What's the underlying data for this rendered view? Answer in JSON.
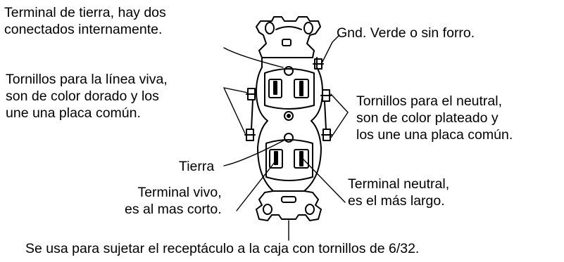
{
  "labels": {
    "ground_terminal": [
      "Terminal de tierra, hay dos",
      "conectados internamente."
    ],
    "gnd": [
      "Gnd. Verde o sin forro."
    ],
    "live_screws": [
      "Tornillos para la línea viva,",
      "son de color dorado y los",
      "une una placa común."
    ],
    "neutral_screws": [
      "Tornillos para el neutral,",
      "son de color plateado y",
      "los une una placa común."
    ],
    "tierra": [
      "Tierra"
    ],
    "live_terminal": [
      "Terminal vivo,",
      "es al mas corto."
    ],
    "neutral_terminal": [
      "Terminal neutral,",
      "es el más largo."
    ],
    "mounting": [
      "Se usa para sujetar el receptáculo a la caja con tornillos de 6/32."
    ]
  },
  "colors": {
    "ink": "#000000",
    "background": "#ffffff"
  }
}
